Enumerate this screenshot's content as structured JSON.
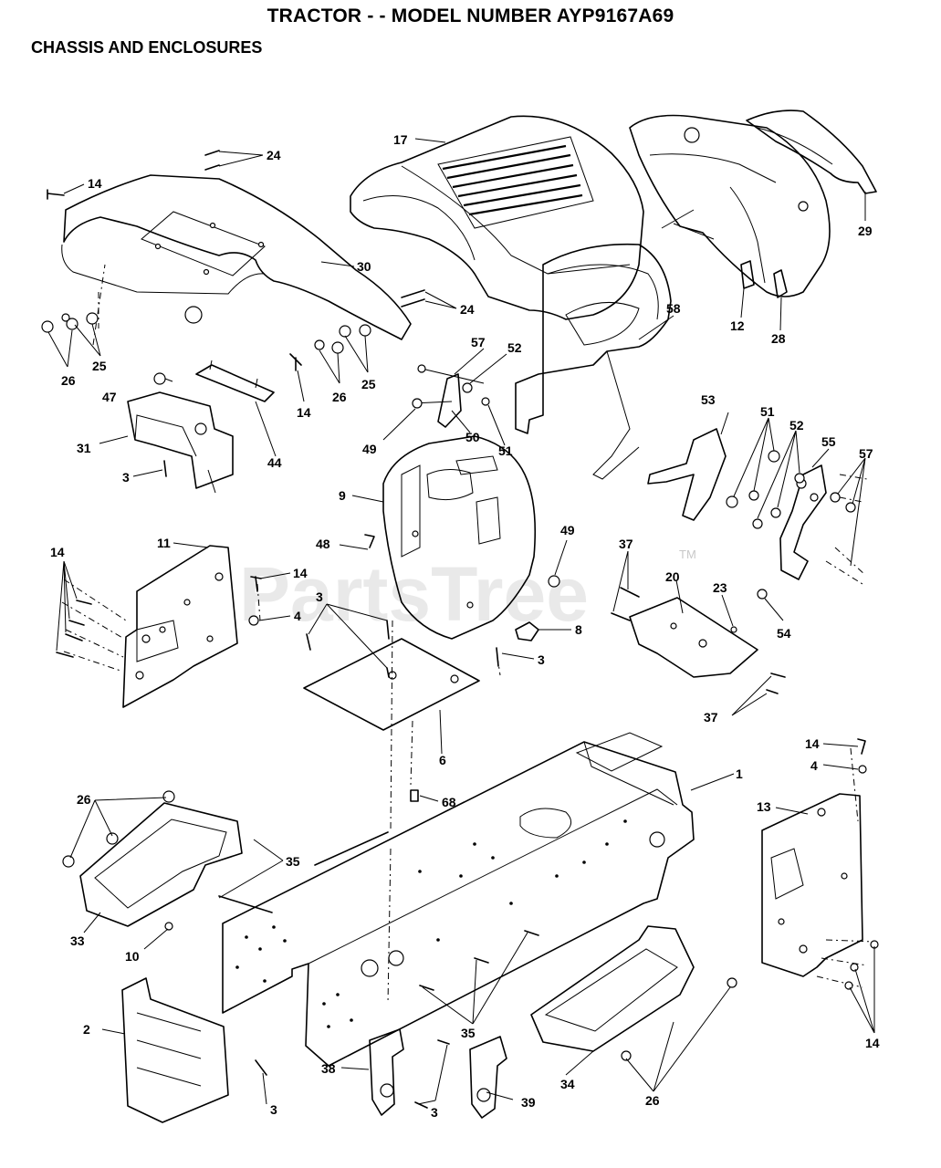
{
  "header": {
    "title": "TRACTOR - - MODEL NUMBER AYP9167A69",
    "section": "CHASSIS AND ENCLOSURES"
  },
  "watermark": {
    "text": "PartsTree",
    "trademark": "TM"
  },
  "callouts": [
    {
      "id": "c17",
      "text": "17"
    },
    {
      "id": "c24a",
      "text": "24"
    },
    {
      "id": "c14a",
      "text": "14"
    },
    {
      "id": "c29",
      "text": "29"
    },
    {
      "id": "c30",
      "text": "30"
    },
    {
      "id": "c24b",
      "text": "24"
    },
    {
      "id": "c58",
      "text": "58"
    },
    {
      "id": "c12",
      "text": "12"
    },
    {
      "id": "c28",
      "text": "28"
    },
    {
      "id": "c26a",
      "text": "26"
    },
    {
      "id": "c25a",
      "text": "25"
    },
    {
      "id": "c26b",
      "text": "26"
    },
    {
      "id": "c25b",
      "text": "25"
    },
    {
      "id": "c57a",
      "text": "57"
    },
    {
      "id": "c52a",
      "text": "52"
    },
    {
      "id": "c47",
      "text": "47"
    },
    {
      "id": "c14b",
      "text": "14"
    },
    {
      "id": "c50",
      "text": "50"
    },
    {
      "id": "c49a",
      "text": "49"
    },
    {
      "id": "c51a",
      "text": "51"
    },
    {
      "id": "c53",
      "text": "53"
    },
    {
      "id": "c51b",
      "text": "51"
    },
    {
      "id": "c52b",
      "text": "52"
    },
    {
      "id": "c55",
      "text": "55"
    },
    {
      "id": "c57b",
      "text": "57"
    },
    {
      "id": "c31",
      "text": "31"
    },
    {
      "id": "c44",
      "text": "44"
    },
    {
      "id": "c3a",
      "text": "3"
    },
    {
      "id": "c9",
      "text": "9"
    },
    {
      "id": "c48",
      "text": "48"
    },
    {
      "id": "c49b",
      "text": "49"
    },
    {
      "id": "c11",
      "text": "11"
    },
    {
      "id": "c14c",
      "text": "14"
    },
    {
      "id": "c14d",
      "text": "14"
    },
    {
      "id": "c4a",
      "text": "4"
    },
    {
      "id": "c3b",
      "text": "3"
    },
    {
      "id": "c37a",
      "text": "37"
    },
    {
      "id": "c20",
      "text": "20"
    },
    {
      "id": "c23",
      "text": "23"
    },
    {
      "id": "c8",
      "text": "8"
    },
    {
      "id": "c3c",
      "text": "3"
    },
    {
      "id": "c54",
      "text": "54"
    },
    {
      "id": "c37b",
      "text": "37"
    },
    {
      "id": "c6",
      "text": "6"
    },
    {
      "id": "c1",
      "text": "1"
    },
    {
      "id": "c14e",
      "text": "14"
    },
    {
      "id": "c4b",
      "text": "4"
    },
    {
      "id": "c68",
      "text": "68"
    },
    {
      "id": "c13",
      "text": "13"
    },
    {
      "id": "c26c",
      "text": "26"
    },
    {
      "id": "c35a",
      "text": "35"
    },
    {
      "id": "c33",
      "text": "33"
    },
    {
      "id": "c10",
      "text": "10"
    },
    {
      "id": "c2",
      "text": "2"
    },
    {
      "id": "c35b",
      "text": "35"
    },
    {
      "id": "c14f",
      "text": "14"
    },
    {
      "id": "c3d",
      "text": "3"
    },
    {
      "id": "c38",
      "text": "38"
    },
    {
      "id": "c3e",
      "text": "3"
    },
    {
      "id": "c39",
      "text": "39"
    },
    {
      "id": "c34",
      "text": "34"
    },
    {
      "id": "c26d",
      "text": "26"
    }
  ]
}
